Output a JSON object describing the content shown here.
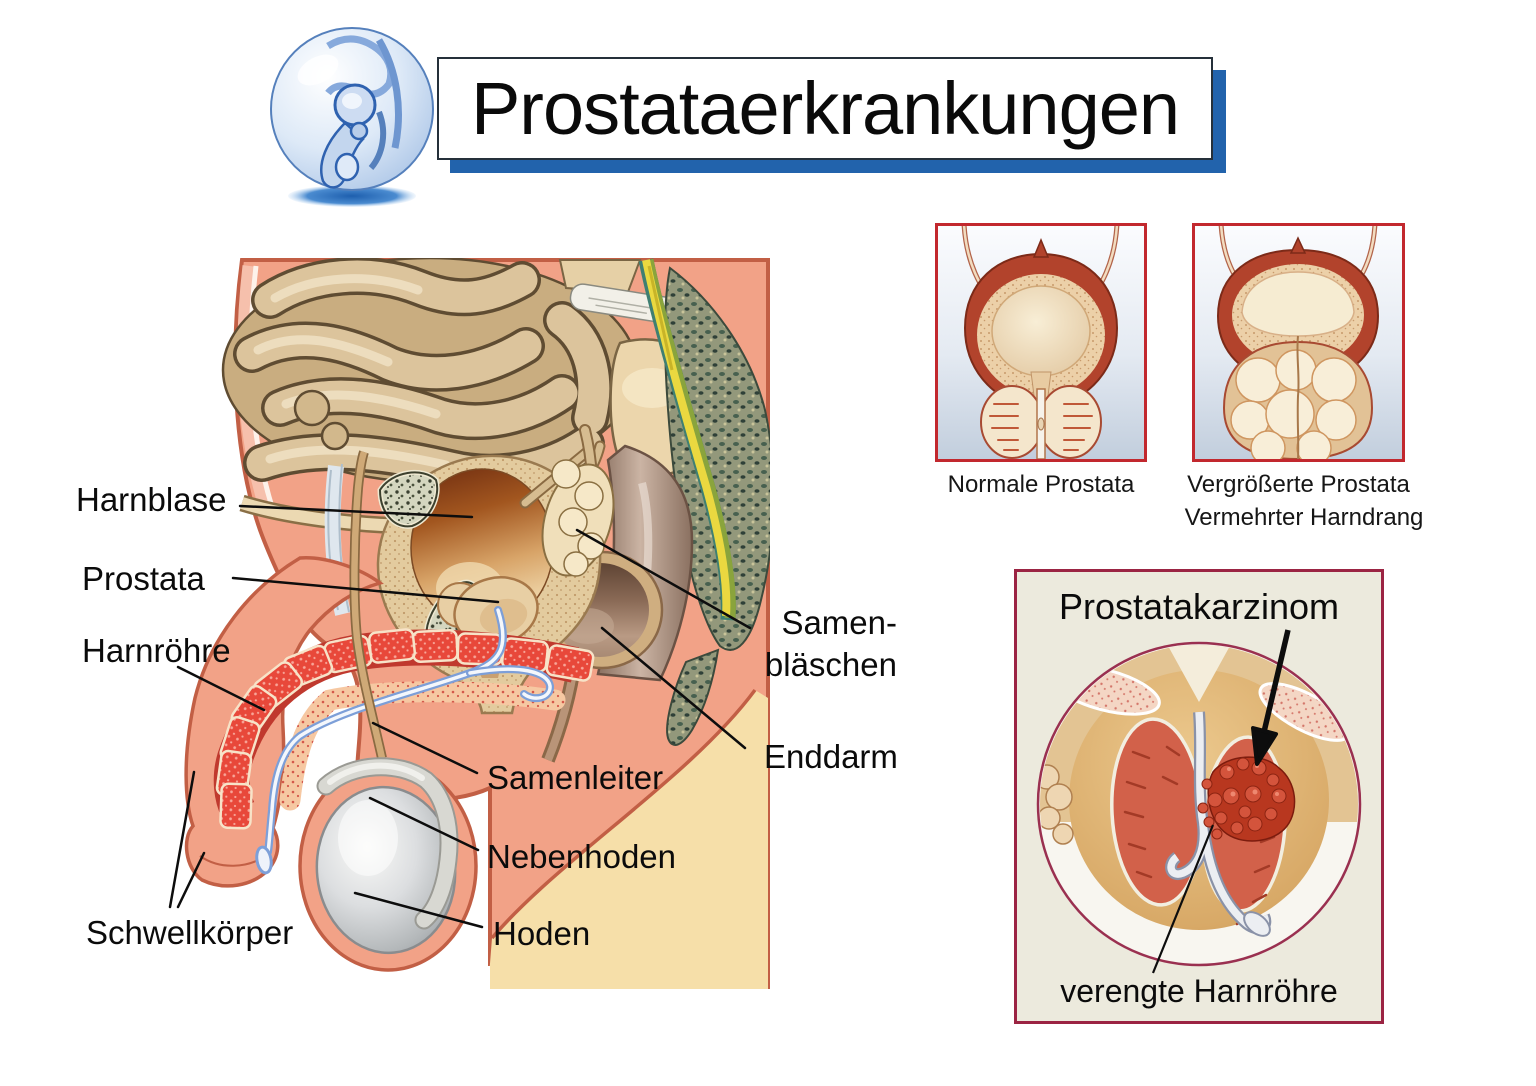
{
  "header": {
    "title": "Prostataerkrankungen",
    "logo_icon": "pelvis-sphere-logo-icon"
  },
  "anatomy_labels": {
    "harnblase": "Harnblase",
    "prostata": "Prostata",
    "harnroehre": "Harnröhre",
    "schwellkoerper": "Schwellkörper",
    "samenleiter": "Samenleiter",
    "nebenhoden": "Nebenhoden",
    "hoden": "Hoden",
    "samenblaeschen_line1": "Samen-",
    "samenblaeschen_line2": "bläschen",
    "enddarm": "Enddarm"
  },
  "comparison_panels": [
    {
      "caption": "Normale Prostata"
    },
    {
      "caption": "Vergrößerte Prostata",
      "subcaption": "Vermehrter Harndrang"
    }
  ],
  "carcinoma_panel": {
    "title": "Prostatakarzinom",
    "label": "verengte Harnröhre"
  },
  "colors": {
    "title_shadow_blue": "#2263ac",
    "comparison_frame_red": "#c2282e",
    "carcinoma_frame_maroon": "#9b2443",
    "carcinoma_panel_bg": "#eceadd",
    "skin_tone": "#f2a287",
    "skin_outline": "#c25f45",
    "logo_blue": "#2f62b0"
  }
}
